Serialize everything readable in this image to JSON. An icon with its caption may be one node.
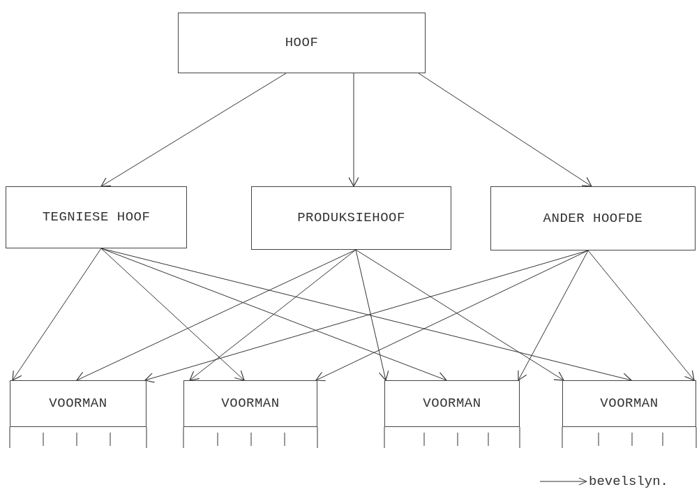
{
  "diagram": {
    "nodes": [
      {
        "text": [
          "HOOF"
        ]
      },
      {
        "text": [
          "TEGNIESE HOOF"
        ]
      },
      {
        "text": [
          "PRODUKSIEHOOF"
        ]
      },
      {
        "text": [
          "ANDER HOOFDE"
        ]
      },
      {
        "text": [
          "VOORMAN"
        ]
      },
      {
        "text": [
          "VOORMAN"
        ]
      },
      {
        "text": [
          "VOORMAN"
        ]
      },
      {
        "text": [
          "VOORMAN"
        ]
      }
    ],
    "edges": [
      {
        "from": 0,
        "to": 1,
        "arrow": "to"
      },
      {
        "from": 0,
        "to": 2,
        "arrow": "to"
      },
      {
        "from": 0,
        "to": 3,
        "arrow": "to"
      },
      {
        "from": 1,
        "to": 4,
        "arrow": "to"
      },
      {
        "from": 1,
        "to": 5,
        "arrow": "to"
      },
      {
        "from": 1,
        "to": 6,
        "arrow": "to"
      },
      {
        "from": 1,
        "to": 7,
        "arrow": "to"
      },
      {
        "from": 2,
        "to": 4,
        "arrow": "to"
      },
      {
        "from": 2,
        "to": 5,
        "arrow": "to"
      },
      {
        "from": 2,
        "to": 6,
        "arrow": "to"
      },
      {
        "from": 2,
        "to": 7,
        "arrow": "to"
      },
      {
        "from": 3,
        "to": 4,
        "arrow": "to"
      },
      {
        "from": 3,
        "to": 5,
        "arrow": "to"
      },
      {
        "from": 3,
        "to": 6,
        "arrow": "to"
      },
      {
        "from": 3,
        "to": 7,
        "arrow": "to"
      }
    ],
    "legend": [
      {
        "text": "bevelslyn."
      }
    ]
  }
}
